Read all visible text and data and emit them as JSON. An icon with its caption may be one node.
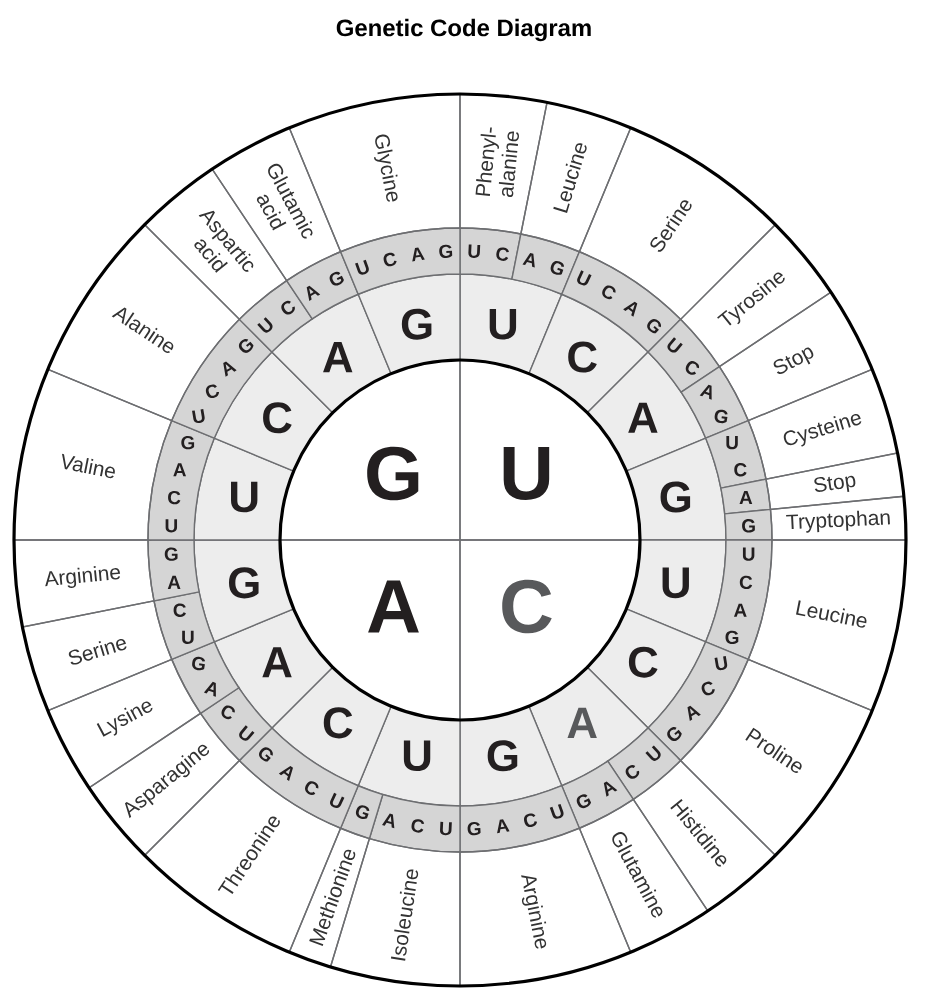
{
  "diagram": {
    "title": "Genetic Code Diagram",
    "nodes": [
      {
        "text": [
          "G"
        ]
      },
      {
        "text": [
          "U"
        ]
      },
      {
        "text": [
          "A"
        ]
      },
      {
        "text": [
          "C"
        ]
      },
      {
        "text": [
          "U"
        ]
      },
      {
        "text": [
          "C"
        ]
      },
      {
        "text": [
          "A"
        ]
      },
      {
        "text": [
          "G"
        ]
      },
      {
        "text": [
          "U"
        ]
      },
      {
        "text": [
          "C"
        ]
      },
      {
        "text": [
          "A"
        ]
      },
      {
        "text": [
          "G"
        ]
      },
      {
        "text": [
          "U"
        ]
      },
      {
        "text": [
          "C"
        ]
      },
      {
        "text": [
          "A"
        ]
      },
      {
        "text": [
          "G"
        ]
      },
      {
        "text": [
          "U"
        ]
      },
      {
        "text": [
          "C"
        ]
      },
      {
        "text": [
          "A"
        ]
      },
      {
        "text": [
          "G"
        ]
      },
      {
        "text": [
          "U",
          "C"
        ]
      },
      {
        "text": [
          "A",
          "G"
        ]
      },
      {
        "text": [
          "U",
          "C",
          "A",
          "G"
        ]
      },
      {
        "text": [
          "U",
          "C"
        ]
      },
      {
        "text": [
          "A",
          "G"
        ]
      },
      {
        "text": [
          "U",
          "C"
        ]
      },
      {
        "text": [
          "A"
        ]
      },
      {
        "text": [
          "G"
        ]
      },
      {
        "text": [
          "U",
          "C",
          "A",
          "G"
        ]
      },
      {
        "text": [
          "U",
          "C",
          "A",
          "G"
        ]
      },
      {
        "text": [
          "C",
          "U"
        ]
      },
      {
        "text": [
          "G",
          "A"
        ]
      },
      {
        "text": [
          "G",
          "A",
          "C",
          "U"
        ]
      },
      {
        "text": [
          "A",
          "C",
          "U"
        ]
      },
      {
        "text": [
          "G"
        ]
      },
      {
        "text": [
          "G",
          "A",
          "C",
          "U"
        ]
      },
      {
        "text": [
          "C",
          "U"
        ]
      },
      {
        "text": [
          "G",
          "A"
        ]
      },
      {
        "text": [
          "C",
          "U"
        ]
      },
      {
        "text": [
          "G",
          "A"
        ]
      },
      {
        "text": [
          "G",
          "A",
          "C",
          "U"
        ]
      },
      {
        "text": [
          "G",
          "A",
          "C",
          "U"
        ]
      },
      {
        "text": [
          "U",
          "C"
        ]
      },
      {
        "text": [
          "A",
          "G"
        ]
      },
      {
        "text": [
          "U",
          "C",
          "A",
          "G"
        ]
      },
      {
        "text": [
          "Phenyl- alanine"
        ]
      },
      {
        "text": [
          "Leucine"
        ]
      },
      {
        "text": [
          "Serine"
        ]
      },
      {
        "text": [
          "Tyrosine"
        ]
      },
      {
        "text": [
          "Stop"
        ]
      },
      {
        "text": [
          "Cysteine"
        ]
      },
      {
        "text": [
          "Stop"
        ]
      },
      {
        "text": [
          "Tryptophan"
        ]
      },
      {
        "text": [
          "Leucine"
        ]
      },
      {
        "text": [
          "Proline"
        ]
      },
      {
        "text": [
          "Histidine"
        ]
      },
      {
        "text": [
          "Glutamine"
        ]
      },
      {
        "text": [
          "Arginine"
        ]
      },
      {
        "text": [
          "Isoleucine"
        ]
      },
      {
        "text": [
          "Methionine"
        ]
      },
      {
        "text": [
          "Threonine"
        ]
      },
      {
        "text": [
          "Asparagine"
        ]
      },
      {
        "text": [
          "Lysine"
        ]
      },
      {
        "text": [
          "Serine"
        ]
      },
      {
        "text": [
          "Arginine"
        ]
      },
      {
        "text": [
          "Valine"
        ]
      },
      {
        "text": [
          "Alanine"
        ]
      },
      {
        "text": [
          "Aspartic acid"
        ]
      },
      {
        "text": [
          "Glutamic acid"
        ]
      },
      {
        "text": [
          "Glycine"
        ]
      }
    ]
  }
}
